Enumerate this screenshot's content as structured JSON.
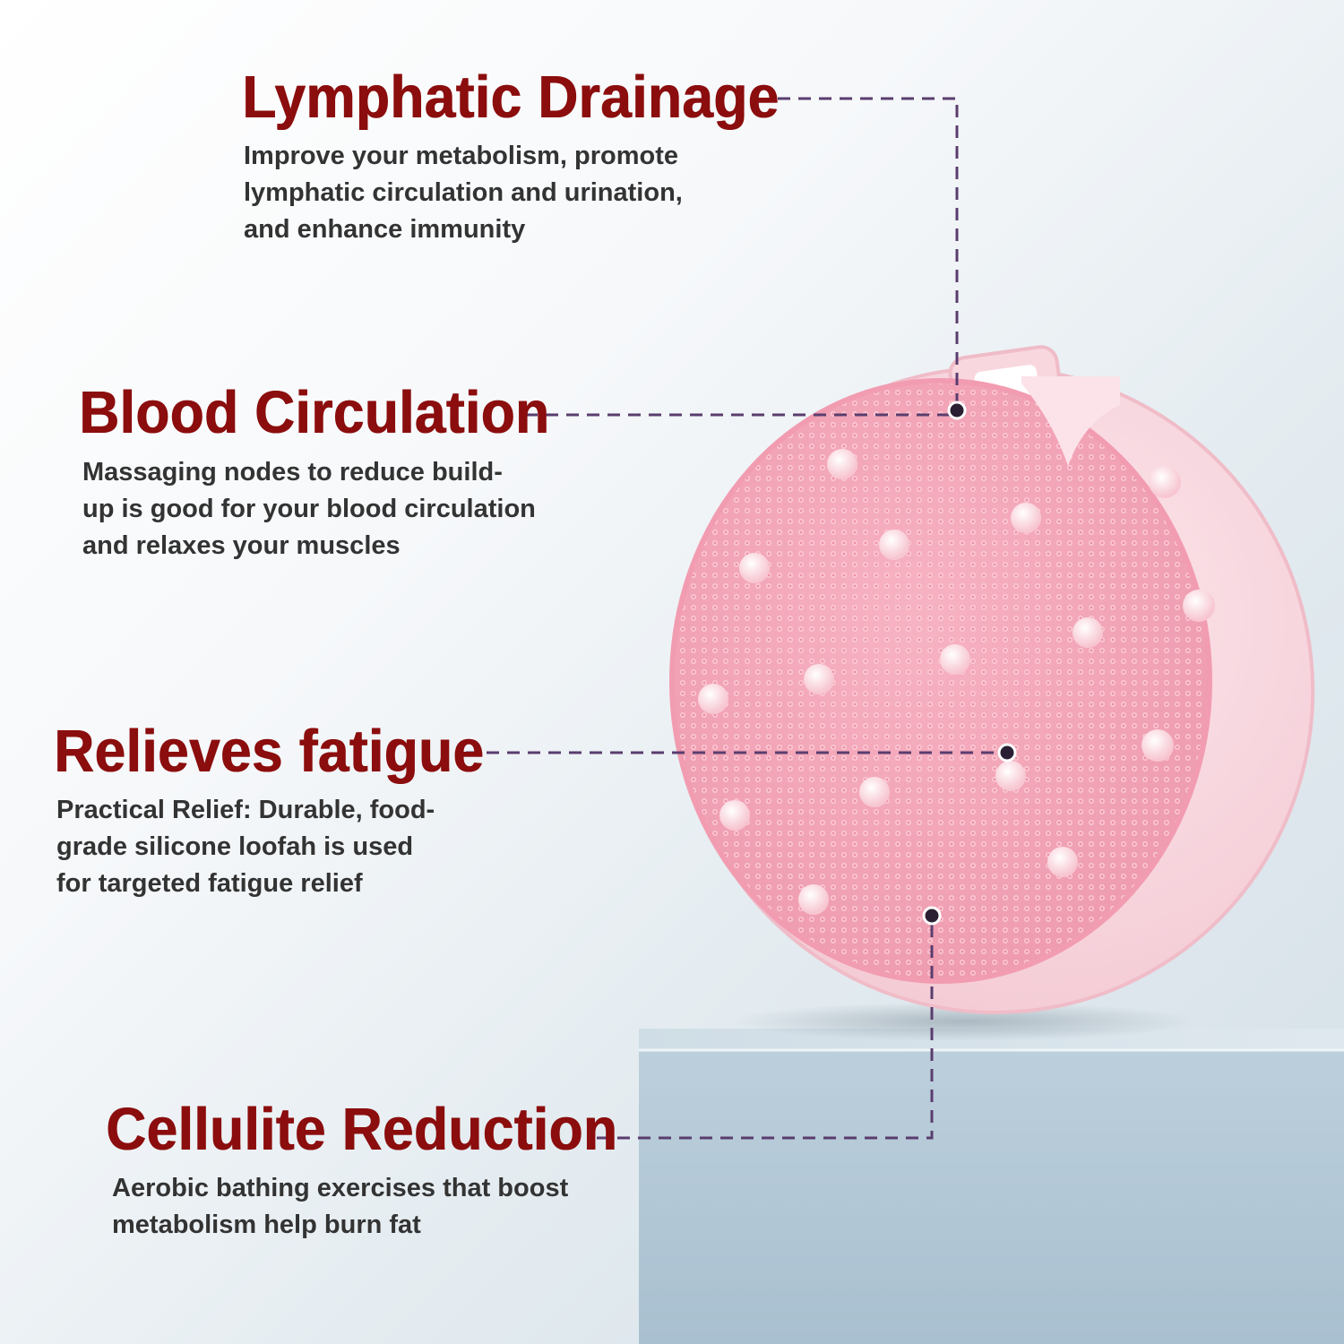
{
  "colors": {
    "heading": "#8b0d0d",
    "body_text": "#333333",
    "leader_line": "#5a3d6e",
    "product_pink": "#f4a7b9"
  },
  "features": [
    {
      "title": "Lymphatic Drainage",
      "lines": [
        "Improve your metabolism, promote",
        "lymphatic circulation and urination,",
        "and enhance immunity"
      ]
    },
    {
      "title": "Blood Circulation",
      "lines": [
        "Massaging nodes to reduce build-",
        "up is good for your blood circulation",
        "and relaxes your muscles"
      ]
    },
    {
      "title": "Relieves fatigue",
      "lines": [
        "Practical Relief: Durable, food-",
        "grade silicone loofah is used",
        "for targeted fatigue relief"
      ]
    },
    {
      "title": "Cellulite Reduction",
      "lines": [
        "Aerobic bathing exercises that boost",
        "metabolism help burn fat"
      ]
    }
  ],
  "product": {
    "name_icon": "silicone-body-scrubber-icon"
  }
}
